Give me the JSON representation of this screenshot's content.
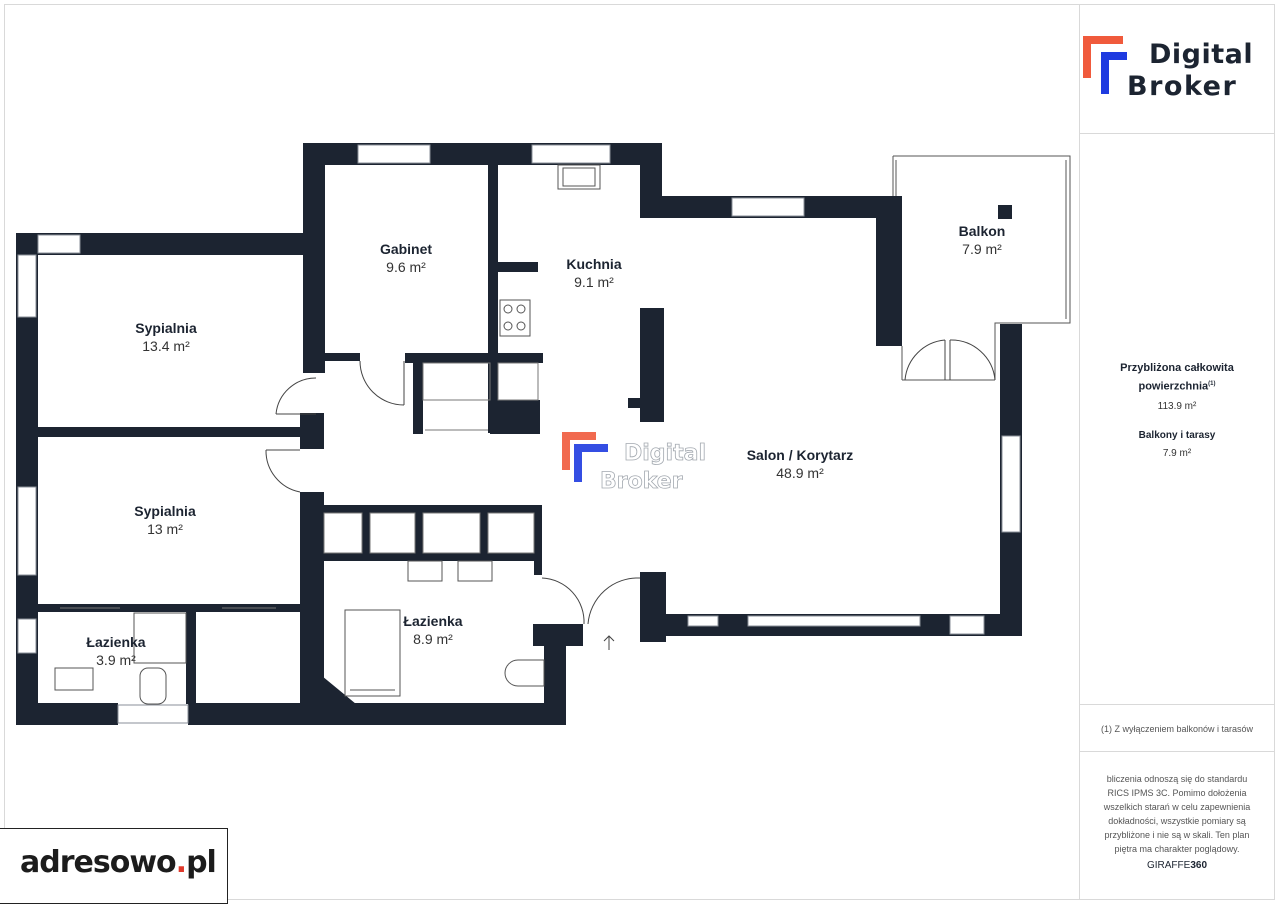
{
  "brand": {
    "name_line1": "Digital",
    "name_line2": "Broker",
    "accent_orange": "#f05a3c",
    "accent_blue": "#1f3be0",
    "dark": "#1c2431"
  },
  "watermark": {
    "line1": "Digital",
    "line2": "Broker"
  },
  "rooms": [
    {
      "name": "Gabinet",
      "area": "9.6 m²"
    },
    {
      "name": "Kuchnia",
      "area": "9.1 m²"
    },
    {
      "name": "Balkon",
      "area": "7.9 m²"
    },
    {
      "name": "Sypialnia",
      "area": "13.4 m²"
    },
    {
      "name": "Salon / Korytarz",
      "area": "48.9 m²"
    },
    {
      "name": "Sypialnia",
      "area": "13 m²"
    },
    {
      "name": "Łazienka",
      "area": "8.9 m²"
    },
    {
      "name": "Łazienka",
      "area": "3.9 m²"
    }
  ],
  "summary": {
    "total_label_line1": "Przybliżona całkowita",
    "total_label_line2": "powierzchnia",
    "total_sup": "(1)",
    "total_value": "113.9 m²",
    "balcony_label": "Balkony i tarasy",
    "balcony_value": "7.9 m²"
  },
  "footnote": "(1) Z wyłączeniem balkonów i tarasów",
  "disclaimer": [
    "bliczenia odnoszą się do standardu",
    "RICS IPMS 3C. Pomimo dołożenia",
    "wszelkich starań w celu zapewnienia",
    "dokładności, wszystkie pomiary są",
    "przybliżone i nie są w skali. Ten plan",
    "piętra ma charakter poglądowy."
  ],
  "giraffe": {
    "part1": "GIRAFFE",
    "part2": "360"
  },
  "portal": {
    "name": "adresowo",
    "dot": ".",
    "tld": "pl"
  },
  "icons": {
    "entrance": "entrance-arrow-icon",
    "logo": "digital-broker-logo-icon"
  }
}
